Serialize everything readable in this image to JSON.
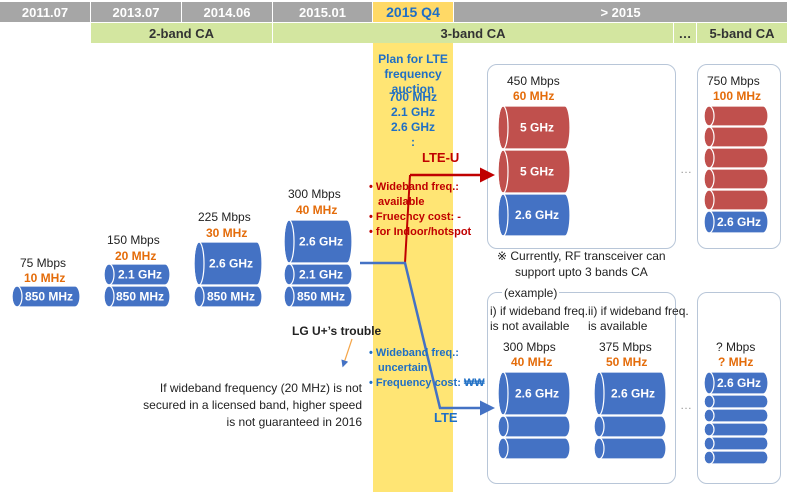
{
  "timeline": [
    "2011.07",
    "2013.07",
    "2014.06",
    "2015.01",
    "2015 Q4",
    "> 2015"
  ],
  "bands": {
    "two": "2-band CA",
    "three": "3-band CA",
    "dots": "…",
    "five": "5-band CA"
  },
  "col1": {
    "speed": "75 Mbps",
    "mhz": "10 MHz",
    "cyl": "850 MHz"
  },
  "col2": {
    "speed": "150 Mbps",
    "mhz": "20 MHz",
    "cyl1": "2.1 GHz",
    "cyl2": "850 MHz"
  },
  "col3": {
    "speed": "225 Mbps",
    "mhz": "30 MHz",
    "cyl1": "2.6 GHz",
    "cyl2": "850 MHz"
  },
  "col4": {
    "speed": "300 Mbps",
    "mhz": "40 MHz",
    "cyl1": "2.6 GHz",
    "cyl2": "2.1 GHz",
    "cyl3": "850 MHz"
  },
  "plan": {
    "title1": "Plan for LTE",
    "title2": "frequency auction",
    "f1": "700 MHz",
    "f2": "2.1 GHz",
    "f3": "2.6 GHz",
    "f4": ":"
  },
  "lteu": "LTE-U",
  "lte": "LTE",
  "redbullets": [
    "• Wideband freq.:",
    "available",
    "• Fruecncy cost: -",
    "• for Indoor/hotspot"
  ],
  "bluebullets": [
    "• Wideband freq.:",
    "uncertain",
    "• Frequency cost: ₩₩"
  ],
  "trouble": "LG U+’s trouble",
  "troublenote": [
    "If wideband frequency (20 MHz) is not",
    "secured in a licensed band, higher speed",
    "is not guaranteed in 2016"
  ],
  "upper": {
    "speed": "450 Mbps",
    "mhz": "60 MHz",
    "c1": "5 GHz",
    "c2": "5 GHz",
    "c3": "2.6 GHz"
  },
  "note": [
    "※ Currently, RF transceiver can",
    "support upto 3 bands CA"
  ],
  "upper5": {
    "speed": "750 Mbps",
    "mhz": "100 MHz",
    "c": "2.6 GHz"
  },
  "example": {
    "title": "(example)",
    "i1": "i) if wideband freq.",
    "i2": "is not available",
    "ii1": "ii) if wideband freq.",
    "ii2": "is available",
    "s1": "300 Mbps",
    "m1": "40 MHz",
    "c1": "2.6 GHz",
    "s2": "375 Mbps",
    "m2": "50 MHz",
    "c2": "2.6 GHz"
  },
  "lower5": {
    "speed": "? Mbps",
    "mhz": "? MHz",
    "c": "2.6 GHz"
  },
  "ellipsis": "…",
  "colors": {
    "blue": "#4472c4",
    "red": "#c0504d",
    "orange": "#e46c0a",
    "yellow": "#ffe574",
    "green": "#d3e6a0"
  }
}
